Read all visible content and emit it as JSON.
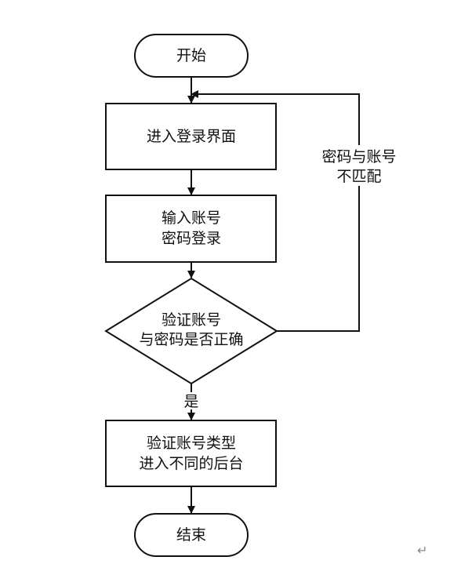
{
  "nodes": {
    "start": "开始",
    "login_page": "进入登录界面",
    "input_line1": "输入账号",
    "input_line2": "密码登录",
    "check_line1": "验证账号",
    "check_line2": "与密码是否正确",
    "backend_line1": "验证账号类型",
    "backend_line2": "进入不同的后台",
    "end": "结束"
  },
  "edges": {
    "yes_label": "是",
    "mismatch_line1": "密码与账号",
    "mismatch_line2": "不匹配"
  },
  "decoration": {
    "paragraph_mark": "↵"
  }
}
